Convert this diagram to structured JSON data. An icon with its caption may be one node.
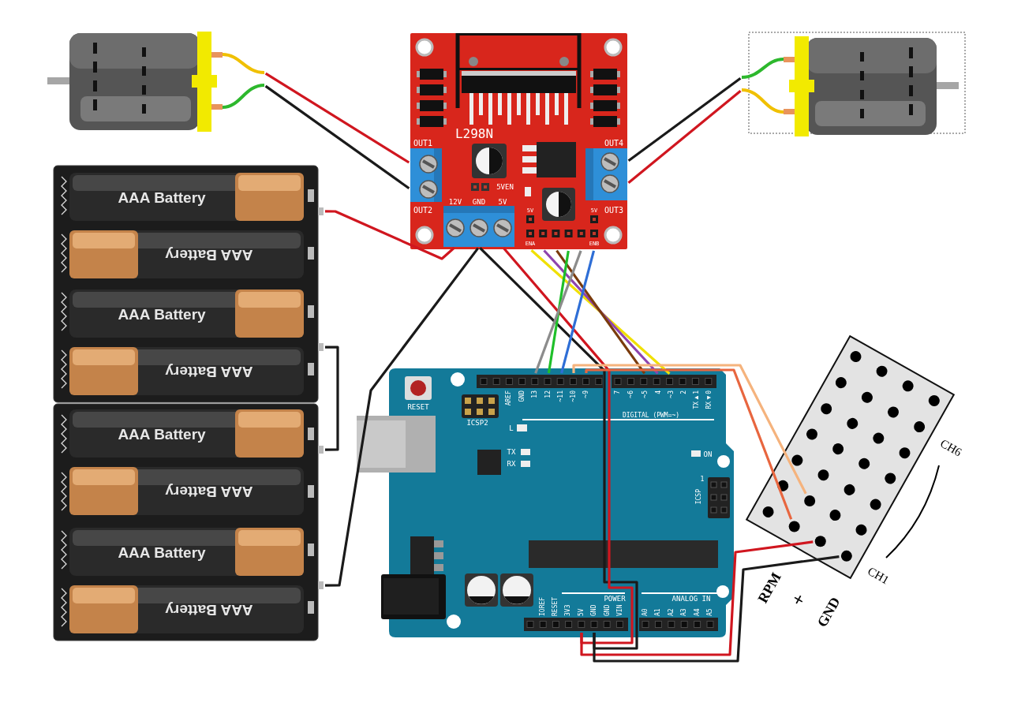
{
  "diagram": {
    "nodes": [
      {
        "text": [],
        "shape": "picture"
      },
      {
        "text": [
          "L298N"
        ]
      },
      {
        "text": [
          "OUT1",
          "OUT2"
        ],
        "in": 1
      },
      {
        "text": [
          "OUT4",
          "OUT3"
        ],
        "in": 1
      },
      {
        "text": [
          "12V"
        ],
        "in": 1
      },
      {
        "text": [
          "GND"
        ],
        "in": 1
      },
      {
        "text": [
          "5V"
        ],
        "in": 1
      },
      {
        "text": [
          "ENA",
          "ENB"
        ],
        "in": 1
      },
      {
        "text": [],
        "shape": "picture"
      },
      {
        "text": [],
        "shape": "box"
      },
      {
        "text": [
          "AAA Battery"
        ],
        "in": 9
      },
      {
        "text": [
          "AAA Battery"
        ],
        "in": 9
      },
      {
        "text": [
          "AAA Battery"
        ],
        "in": 9
      },
      {
        "text": [
          "AAA Battery"
        ],
        "in": 9
      },
      {
        "text": [],
        "shape": "box"
      },
      {
        "text": [
          "AAA Battery"
        ],
        "in": 14
      },
      {
        "text": [
          "AAA Battery"
        ],
        "in": 14
      },
      {
        "text": [
          "AAA Battery"
        ],
        "in": 14
      },
      {
        "text": [
          "AAA Battery"
        ],
        "in": 14
      },
      {
        "text": [],
        "shape": "box"
      },
      {
        "text": [],
        "shape": "bar",
        "in": 19,
        "beside": [
          "AREF",
          "GND",
          "13",
          "12",
          "~11",
          "~10",
          "~9"
        ]
      },
      {
        "text": [],
        "shape": "bar",
        "in": 19,
        "beside": [
          "7",
          "~6",
          "~5",
          "4",
          "~3",
          "2",
          "TX▶1",
          "RX◀0"
        ]
      },
      {
        "text": [],
        "shape": "bar",
        "in": 19,
        "beside": [
          "IOREF",
          "RESET",
          "3V3",
          "5V",
          "GND",
          "GND",
          "VIN"
        ]
      },
      {
        "text": [],
        "shape": "bar",
        "in": 19,
        "beside": [
          "A0",
          "A1",
          "A2",
          "A3",
          "A4",
          "A5"
        ]
      },
      {
        "text": [],
        "shape": "box",
        "beside": [
          "CH6",
          "CH1",
          "RPM",
          "+",
          "GND"
        ]
      },
      {
        "text": [],
        "shape": "circle",
        "in": 24
      },
      {
        "text": [],
        "shape": "circle",
        "in": 24
      },
      {
        "text": [],
        "shape": "circle",
        "in": 24
      },
      {
        "text": [],
        "shape": "circle",
        "in": 24
      }
    ],
    "edges": [
      {
        "from": 0,
        "to": 2,
        "arrow": "none",
        "color": "#d0161f"
      },
      {
        "from": 0,
        "to": 2,
        "arrow": "none"
      },
      {
        "from": 8,
        "to": 3,
        "arrow": "none"
      },
      {
        "from": 8,
        "to": 3,
        "arrow": "none",
        "color": "#d0161f"
      },
      {
        "from": 9,
        "to": 4,
        "arrow": "none",
        "color": "#d0161f"
      },
      {
        "from": 9,
        "to": 14,
        "arrow": "none"
      },
      {
        "from": 5,
        "to": 14,
        "arrow": "none"
      },
      {
        "from": 5,
        "to": 22,
        "arrow": "none"
      },
      {
        "from": 6,
        "to": 22,
        "arrow": "none",
        "color": "#d0161f"
      },
      {
        "from": 7,
        "to": 21,
        "arrow": "none",
        "color": "#f0e000"
      },
      {
        "from": 7,
        "to": 21,
        "arrow": "none",
        "color": "#8e44ad"
      },
      {
        "from": 7,
        "to": 21,
        "arrow": "none",
        "color": "#7a3b0c"
      },
      {
        "from": 7,
        "to": 20,
        "arrow": "none",
        "color": "#1fbf2a"
      },
      {
        "from": 7,
        "to": 20,
        "arrow": "none",
        "color": "#8c8c8c"
      },
      {
        "from": 7,
        "to": 20,
        "arrow": "none",
        "color": "#2e6ed6"
      },
      {
        "from": 20,
        "to": 26,
        "arrow": "none",
        "color": "#f5b37d"
      },
      {
        "from": 20,
        "to": 25,
        "arrow": "none",
        "color": "#e8663f"
      },
      {
        "from": 22,
        "to": 27,
        "arrow": "none",
        "color": "#d0161f"
      },
      {
        "from": 22,
        "to": 28,
        "arrow": "none"
      }
    ],
    "labels": [
      "5VEN",
      "5V",
      "5V",
      "RESET",
      "ICSP2",
      "DIGITAL (PWM=~)",
      "L",
      "TX",
      "RX",
      "ON",
      "1",
      "ICSP",
      "POWER",
      "ANALOG IN"
    ]
  }
}
